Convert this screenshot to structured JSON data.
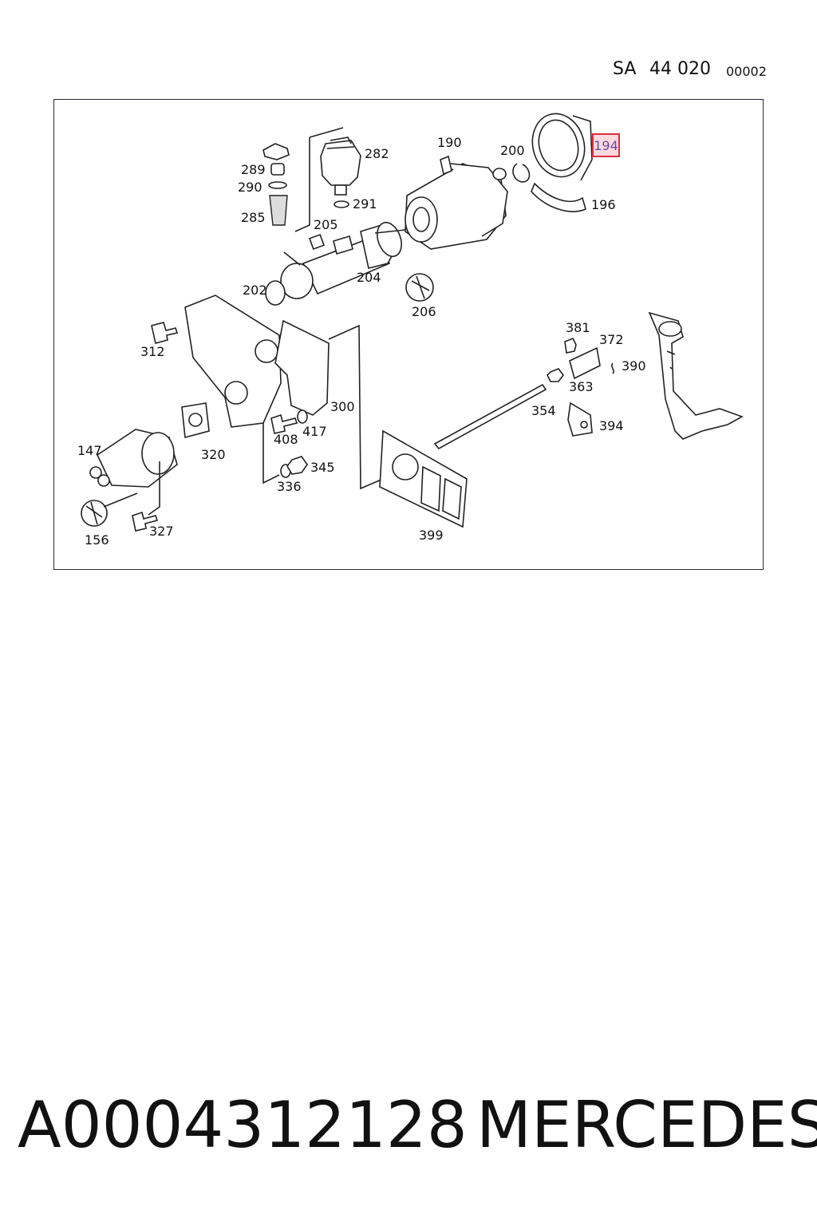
{
  "header": {
    "prefix": "SA",
    "group": "44 020",
    "sequence": "00002"
  },
  "callouts": [
    "289",
    "290",
    "285",
    "282",
    "291",
    "205",
    "190",
    "200",
    "196",
    "202",
    "204",
    "206",
    "312",
    "381",
    "372",
    "390",
    "363",
    "300",
    "354",
    "394",
    "408",
    "417",
    "147",
    "320",
    "345",
    "336",
    "156",
    "327",
    "399"
  ],
  "highlighted_callout": "194",
  "highlight_color": "#d93040",
  "footer": {
    "part_number": "A0004312128",
    "brand": "MERCEDES"
  }
}
